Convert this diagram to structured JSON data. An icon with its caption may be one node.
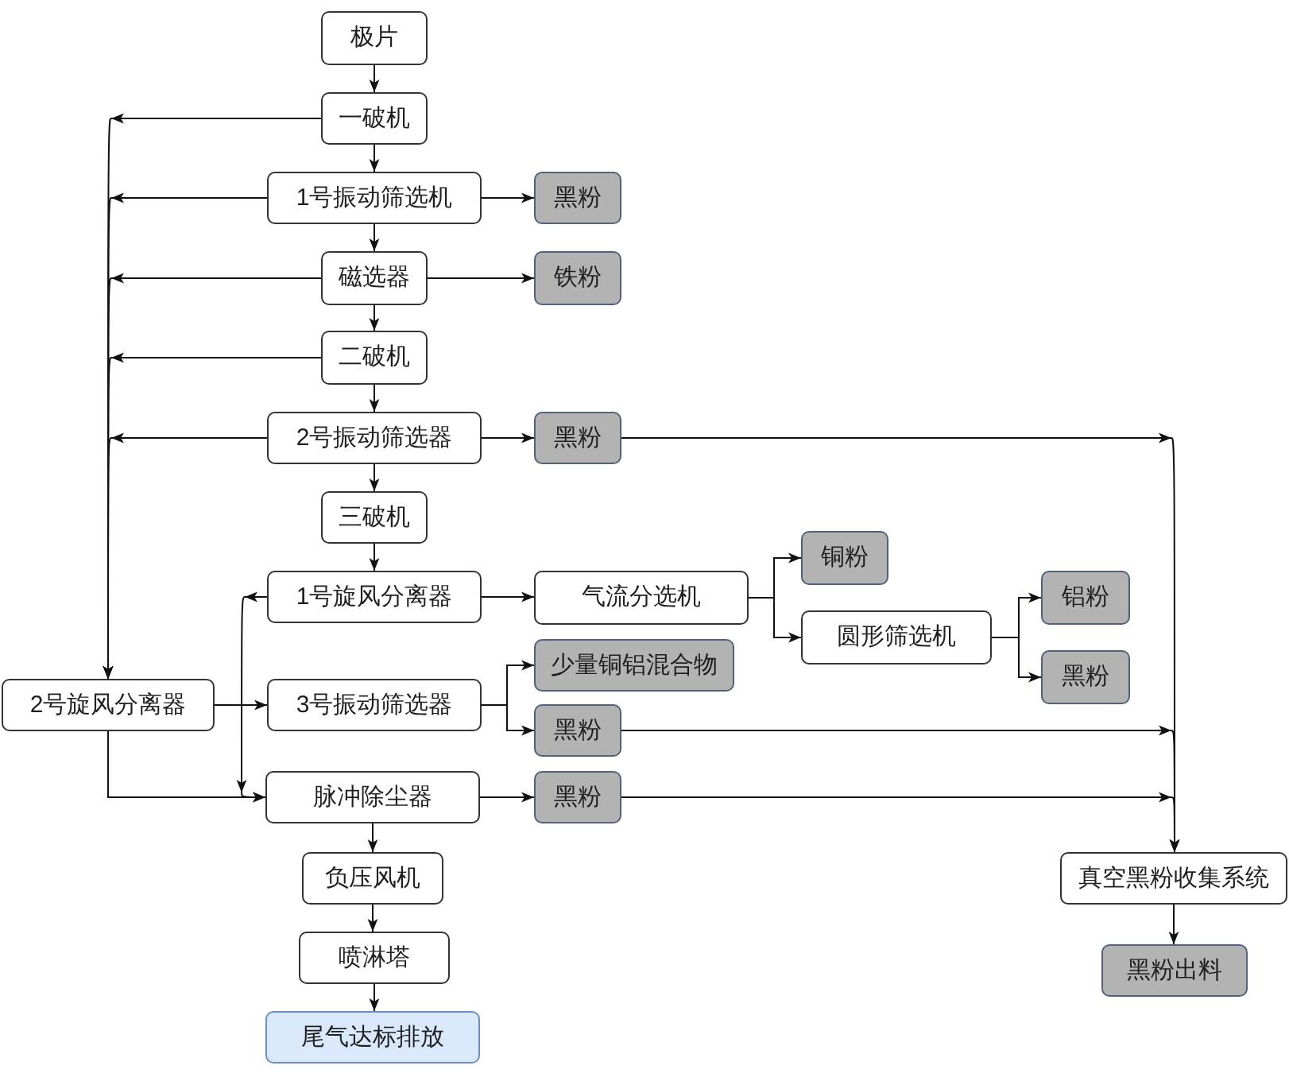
{
  "diagram": {
    "nodes": [
      {
        "text": [
          "极片"
        ]
      },
      {
        "text": [
          "一破机"
        ]
      },
      {
        "text": [
          "1号振动筛选机"
        ]
      },
      {
        "text": [
          "黑粉"
        ]
      },
      {
        "text": [
          "磁选器"
        ]
      },
      {
        "text": [
          "铁粉"
        ]
      },
      {
        "text": [
          "二破机"
        ]
      },
      {
        "text": [
          "2号振动筛选器"
        ]
      },
      {
        "text": [
          "黑粉"
        ]
      },
      {
        "text": [
          "三破机"
        ]
      },
      {
        "text": [
          "1号旋风分离器"
        ]
      },
      {
        "text": [
          "气流分选机"
        ]
      },
      {
        "text": [
          "铜粉"
        ]
      },
      {
        "text": [
          "圆形筛选机"
        ]
      },
      {
        "text": [
          "铝粉"
        ]
      },
      {
        "text": [
          "黑粉"
        ]
      },
      {
        "text": [
          "2号旋风分离器"
        ]
      },
      {
        "text": [
          "3号振动筛选器"
        ]
      },
      {
        "text": [
          "少量铜铝混合物"
        ]
      },
      {
        "text": [
          "黑粉"
        ]
      },
      {
        "text": [
          "脉冲除尘器"
        ]
      },
      {
        "text": [
          "黑粉"
        ]
      },
      {
        "text": [
          "负压风机"
        ]
      },
      {
        "text": [
          "喷淋塔"
        ]
      },
      {
        "text": [
          "尾气达标排放"
        ]
      },
      {
        "text": [
          "真空黑粉收集系统"
        ]
      },
      {
        "text": [
          "黑粉出料"
        ]
      }
    ],
    "edges": [
      {
        "from": 0,
        "to": 1,
        "arrow": "to"
      },
      {
        "from": 1,
        "to": 2,
        "arrow": "to"
      },
      {
        "from": 2,
        "to": 3,
        "arrow": "to"
      },
      {
        "from": 2,
        "to": 4,
        "arrow": "to"
      },
      {
        "from": 4,
        "to": 5,
        "arrow": "to"
      },
      {
        "from": 4,
        "to": 6,
        "arrow": "to"
      },
      {
        "from": 6,
        "to": 7,
        "arrow": "to"
      },
      {
        "from": 7,
        "to": 8,
        "arrow": "to"
      },
      {
        "from": 7,
        "to": 9,
        "arrow": "to"
      },
      {
        "from": 9,
        "to": 10,
        "arrow": "to"
      },
      {
        "from": 10,
        "to": 11,
        "arrow": "to"
      },
      {
        "from": 11,
        "to": 12,
        "arrow": "to"
      },
      {
        "from": 11,
        "to": 13,
        "arrow": "to"
      },
      {
        "from": 13,
        "to": 14,
        "arrow": "to"
      },
      {
        "from": 13,
        "to": 15,
        "arrow": "to"
      },
      {
        "from": 1,
        "to": 16,
        "arrow": "to"
      },
      {
        "from": 2,
        "to": 16,
        "arrow": "to"
      },
      {
        "from": 4,
        "to": 16,
        "arrow": "to"
      },
      {
        "from": 6,
        "to": 16,
        "arrow": "to"
      },
      {
        "from": 7,
        "to": 16,
        "arrow": "to"
      },
      {
        "from": 16,
        "to": 17,
        "arrow": "to"
      },
      {
        "from": 16,
        "to": 20,
        "arrow": "to"
      },
      {
        "from": 10,
        "to": 20,
        "arrow": "to"
      },
      {
        "from": 17,
        "to": 18,
        "arrow": "to"
      },
      {
        "from": 17,
        "to": 19,
        "arrow": "to"
      },
      {
        "from": 20,
        "to": 21,
        "arrow": "to"
      },
      {
        "from": 20,
        "to": 22,
        "arrow": "to"
      },
      {
        "from": 22,
        "to": 23,
        "arrow": "to"
      },
      {
        "from": 23,
        "to": 24,
        "arrow": "to"
      },
      {
        "from": 8,
        "to": 25,
        "arrow": "to"
      },
      {
        "from": 19,
        "to": 25,
        "arrow": "to"
      },
      {
        "from": 21,
        "to": 25,
        "arrow": "to"
      },
      {
        "from": 25,
        "to": 26,
        "arrow": "to"
      }
    ]
  }
}
